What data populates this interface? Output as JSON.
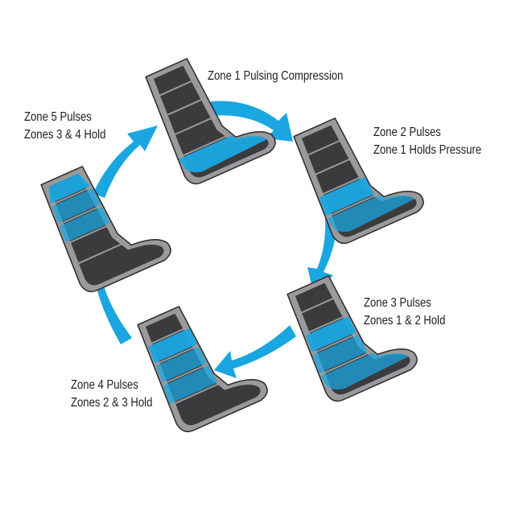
{
  "colors": {
    "cycle_arrow": "#1aa6e0",
    "active_zone": "#1aa6e0",
    "sleeve_dark": "#3b3b3d",
    "sleeve_gray": "#9a9a9c",
    "outline": "#2a2a2a"
  },
  "stages": [
    {
      "lines": [
        "Zone 1 Pulsing Compression"
      ]
    },
    {
      "lines": [
        "Zone 2 Pulses",
        "Zone 1 Holds Pressure"
      ]
    },
    {
      "lines": [
        "Zone 3 Pulses",
        "Zones 1 & 2 Hold"
      ]
    },
    {
      "lines": [
        "Zone 4 Pulses",
        "Zones 2 & 3 Hold"
      ]
    },
    {
      "lines": [
        "Zone 5 Pulses",
        "Zones 3 & 4 Hold"
      ]
    }
  ]
}
